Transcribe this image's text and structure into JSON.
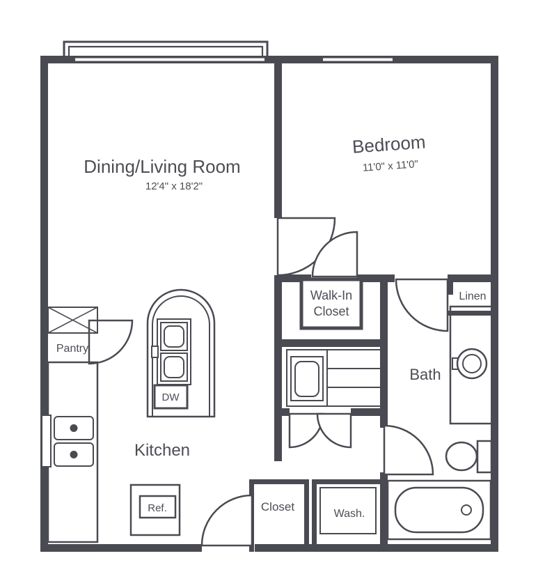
{
  "colors": {
    "wall": "#4a4a52",
    "text": "#4d4d55",
    "background": "#ffffff"
  },
  "rooms": {
    "living": {
      "name": "Dining/Living Room",
      "dimensions": "12'4\" x 18'2\""
    },
    "bedroom": {
      "name": "Bedroom",
      "dimensions": "11'0\" x 11'0\""
    },
    "walk_in_closet": {
      "name_line1": "Walk-In",
      "name_line2": "Closet"
    },
    "bath": {
      "name": "Bath"
    },
    "linen": {
      "name": "Linen"
    },
    "pantry": {
      "name": "Pantry"
    },
    "kitchen": {
      "name": "Kitchen"
    },
    "entry_closet": {
      "name": "Closet"
    },
    "laundry": {
      "name": "Wash."
    }
  },
  "appliances": {
    "dishwasher_label": "DW",
    "refrigerator_label": "Ref."
  }
}
